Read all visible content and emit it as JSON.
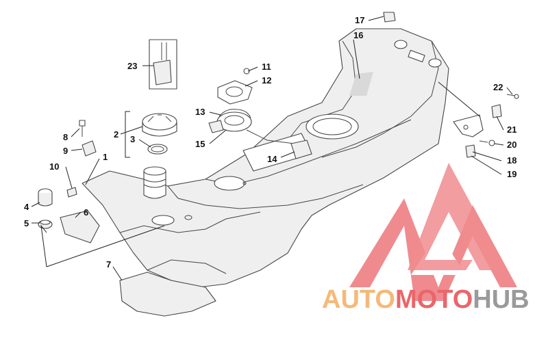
{
  "watermark": {
    "brand_parts": [
      "AUTO",
      "MOTO",
      "HUB"
    ],
    "colors": {
      "auto": "#f4b97a",
      "moto": "#e9666b",
      "hub": "#9a9a9a",
      "logo": "#ee7f82"
    }
  },
  "callouts": [
    {
      "id": "1",
      "label": "1"
    },
    {
      "id": "2",
      "label": "2"
    },
    {
      "id": "3",
      "label": "3"
    },
    {
      "id": "4",
      "label": "4"
    },
    {
      "id": "5",
      "label": "5"
    },
    {
      "id": "6",
      "label": "6"
    },
    {
      "id": "7",
      "label": "7"
    },
    {
      "id": "8",
      "label": "8"
    },
    {
      "id": "9",
      "label": "9"
    },
    {
      "id": "10",
      "label": "10"
    },
    {
      "id": "11",
      "label": "11"
    },
    {
      "id": "12",
      "label": "12"
    },
    {
      "id": "13",
      "label": "13"
    },
    {
      "id": "14",
      "label": "14"
    },
    {
      "id": "15",
      "label": "15"
    },
    {
      "id": "16",
      "label": "16"
    },
    {
      "id": "17",
      "label": "17"
    },
    {
      "id": "18",
      "label": "18"
    },
    {
      "id": "19",
      "label": "19"
    },
    {
      "id": "20",
      "label": "20"
    },
    {
      "id": "21",
      "label": "21"
    },
    {
      "id": "22",
      "label": "22"
    },
    {
      "id": "23",
      "label": "23"
    }
  ]
}
